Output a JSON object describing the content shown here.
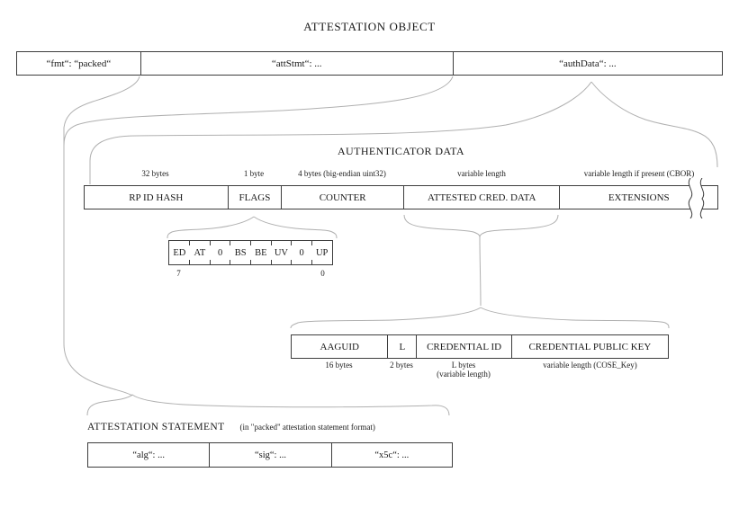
{
  "title": "ATTESTATION OBJECT",
  "attestation_object": {
    "fmt": "“fmt“: “packed“",
    "attStmt": "“attStmt“: ...",
    "authData": "“authData“: ..."
  },
  "authenticator_data": {
    "title": "AUTHENTICATOR DATA",
    "fields": [
      {
        "label": "RP ID HASH",
        "size": "32 bytes"
      },
      {
        "label": "FLAGS",
        "size": "1 byte"
      },
      {
        "label": "COUNTER",
        "size": "4 bytes (big-endian uint32)"
      },
      {
        "label": "ATTESTED CRED. DATA",
        "size": "variable length"
      },
      {
        "label": "EXTENSIONS",
        "size": "variable length if present (CBOR)"
      }
    ]
  },
  "flags": {
    "bits": [
      "ED",
      "AT",
      "0",
      "BS",
      "BE",
      "UV",
      "0",
      "UP"
    ],
    "msb": "7",
    "lsb": "0"
  },
  "attested_credential_data": {
    "fields": [
      {
        "label": "AAGUID",
        "size": "16 bytes"
      },
      {
        "label": "L",
        "size": "2 bytes"
      },
      {
        "label": "CREDENTIAL ID",
        "size": "L bytes",
        "size2": "(variable length)"
      },
      {
        "label": "CREDENTIAL PUBLIC KEY",
        "size": "variable length (COSE_Key)"
      }
    ]
  },
  "attestation_statement": {
    "title": "ATTESTATION STATEMENT",
    "subtitle": "(in \"packed\" attestation statement format)",
    "fields": [
      "“alg“: ...",
      "“sig“: ...",
      "“x5c“: ..."
    ]
  },
  "colors": {
    "border": "#3d3d3d",
    "brace": "#b0b0b0",
    "text": "#1a1a1a",
    "background": "#ffffff"
  }
}
